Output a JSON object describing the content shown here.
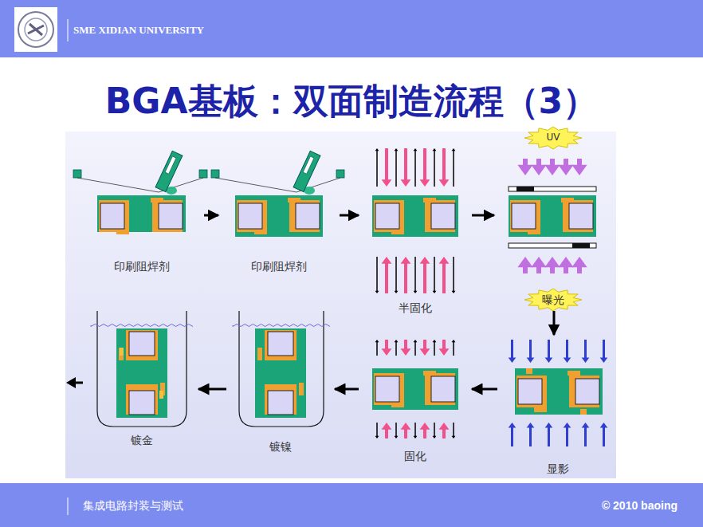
{
  "diagram": {
    "title": "BGA基板：双面制造流程（3）",
    "nodes": [
      {
        "text": [
          "印刷阻焊剂"
        ]
      },
      {
        "text": [
          "印刷阻焊剂"
        ]
      },
      {
        "text": [
          "半固化"
        ]
      },
      {
        "text": [
          "曝光"
        ]
      },
      {
        "text": [
          "显影"
        ]
      },
      {
        "text": [
          "固化"
        ]
      },
      {
        "text": [
          "镀镍"
        ]
      },
      {
        "text": [
          "镀金"
        ]
      }
    ],
    "edges": [
      {
        "from": 0,
        "to": 1,
        "arrow": "to"
      },
      {
        "from": 1,
        "to": 2,
        "arrow": "to"
      },
      {
        "from": 2,
        "to": 3,
        "arrow": "to"
      },
      {
        "from": 3,
        "to": 4,
        "arrow": "to"
      },
      {
        "from": 4,
        "to": 5,
        "arrow": "to"
      },
      {
        "from": 5,
        "to": 6,
        "arrow": "to"
      },
      {
        "from": 6,
        "to": 7,
        "arrow": "to"
      }
    ],
    "labels": [
      "SME XIDIAN UNIVERSITY",
      "UV",
      "集成电路封装与测试",
      "© 2010 baoing"
    ]
  }
}
